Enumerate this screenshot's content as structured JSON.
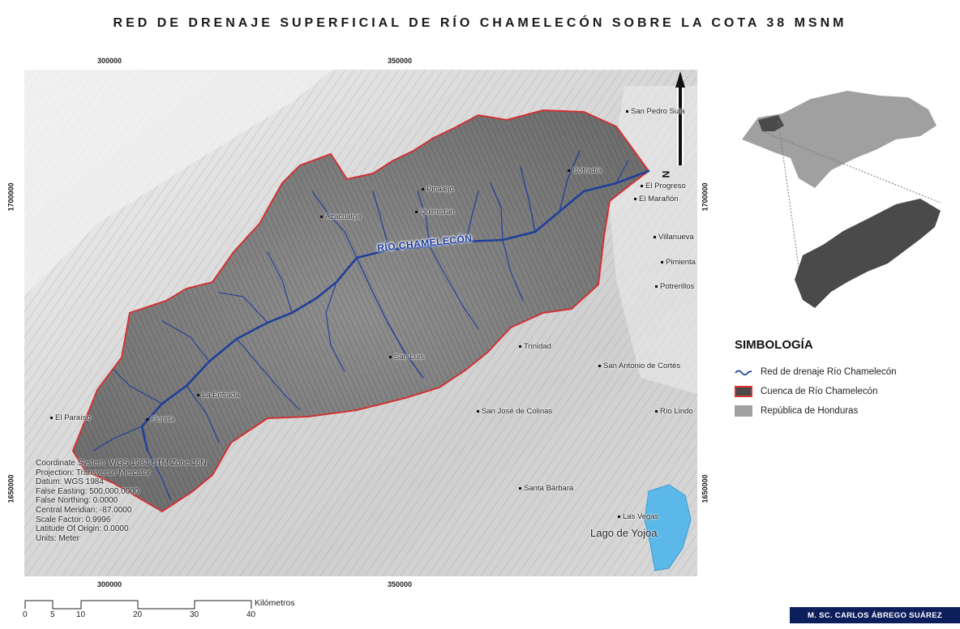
{
  "title": "RED DE DRENAJE SUPERFICIAL DE RÍO CHAMELECÓN SOBRE LA COTA 38 MSNM",
  "grid": {
    "x_labels": [
      "300000",
      "350000"
    ],
    "y_labels": [
      "1700000",
      "1650000"
    ]
  },
  "map": {
    "river_label": "RÍO CHAMELECÓN",
    "lake_label": "Lago de Yojoa",
    "north_label": "N",
    "places": [
      {
        "name": "San Pedro Sula"
      },
      {
        "name": "Cofradía"
      },
      {
        "name": "El Progreso"
      },
      {
        "name": "El Marañón"
      },
      {
        "name": "Pinalejo"
      },
      {
        "name": "Quimistán"
      },
      {
        "name": "Azacualpa"
      },
      {
        "name": "Villanueva"
      },
      {
        "name": "Pimienta"
      },
      {
        "name": "Potrerillos"
      },
      {
        "name": "Trinidad"
      },
      {
        "name": "San Antonio de Cortés"
      },
      {
        "name": "San Luis"
      },
      {
        "name": "La Entrada"
      },
      {
        "name": "El Paraíso"
      },
      {
        "name": "Florida"
      },
      {
        "name": "San José de Colinas"
      },
      {
        "name": "Río Lindo"
      },
      {
        "name": "Santa Bárbara"
      },
      {
        "name": "Las Vegas"
      }
    ]
  },
  "projection": [
    "Coordinate System: WGS 1984 UTM Zone 16N",
    "Projection: Transverse Mercator",
    "Datum: WGS 1984",
    "False Easting: 500,000.0000",
    "False Northing: 0.0000",
    "Central Meridian: -87.0000",
    "Scale Factor: 0.9996",
    "Latitude Of Origin: 0.0000",
    "Units: Meter"
  ],
  "legend": {
    "title": "SIMBOLOGÍA",
    "items": [
      {
        "label": "Red de drenaje Río Chamelecón",
        "color": "#1f3f9a"
      },
      {
        "label": "Cuenca de Río Chamelecón",
        "color": "#4a4a4a",
        "border": "#d33333"
      },
      {
        "label": "República de Honduras",
        "color": "#a0a0a0"
      }
    ]
  },
  "scale_bar": {
    "ticks": [
      "0",
      "5",
      "10",
      "20",
      "30",
      "40"
    ],
    "unit": "Kilómetros"
  },
  "author": "M. SC. CARLOS ÁBREGO SUÁREZ",
  "colors": {
    "river": "#1f3f9a",
    "basin_border": "#d33333",
    "lake": "#5bb8e8",
    "author_bg": "#0d1e5c"
  }
}
